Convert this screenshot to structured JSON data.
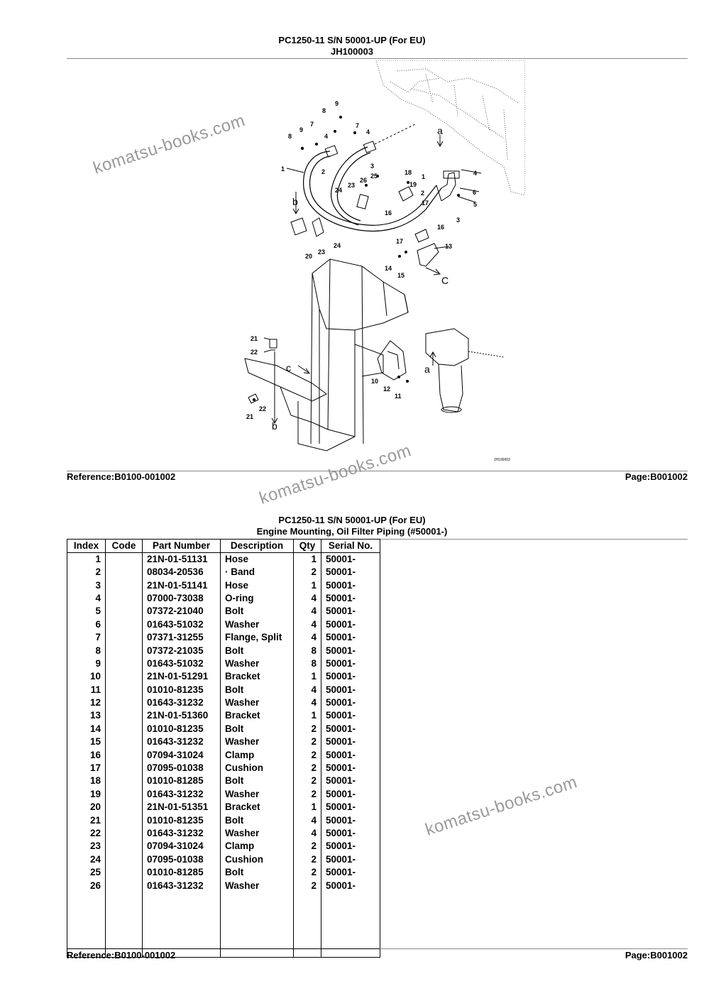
{
  "page1": {
    "title": "PC1250-11 S/N 50001-UP (For EU)",
    "subtitle": "JH100003",
    "drawing_code": "JH100003",
    "reference": "Reference:B0100-001002",
    "page": "Page:B001002"
  },
  "callouts": {
    "c1a": "1",
    "c1b": "1",
    "c2a": "2",
    "c2b": "2",
    "c3a": "3",
    "c3b": "3",
    "c4a": "4",
    "c4b": "4",
    "c4c": "4",
    "c5": "5",
    "c6": "6",
    "c7a": "7",
    "c7b": "7",
    "c8a": "8",
    "c8b": "8",
    "c9a": "9",
    "c9b": "9",
    "c10": "10",
    "c11": "11",
    "c12": "12",
    "c13": "13",
    "c14": "14",
    "c15": "15",
    "c16a": "16",
    "c16b": "16",
    "c17a": "17",
    "c17b": "17",
    "c18": "18",
    "c19": "19",
    "c20": "20",
    "c21a": "21",
    "c21b": "21",
    "c22a": "22",
    "c22b": "22",
    "c23a": "23",
    "c23b": "23",
    "c24a": "24",
    "c24b": "24",
    "c25": "25",
    "c26": "26",
    "ref_a1": "a",
    "ref_a2": "a",
    "ref_b1": "b",
    "ref_b2": "b",
    "ref_c1": "C",
    "ref_c2": "c"
  },
  "watermarks": [
    "komatsu-books.com",
    "komatsu-books.com",
    "komatsu-books.com"
  ],
  "page2": {
    "title": "PC1250-11 S/N 50001-UP (For EU)",
    "subtitle": "Engine Mounting, Oil Filter Piping (#50001-)",
    "reference": "Reference:B0100-001002",
    "page": "Page:B001002"
  },
  "table": {
    "headers": [
      "Index",
      "Code",
      "Part Number",
      "Description",
      "Qty",
      "Serial No."
    ],
    "rows": [
      [
        "1",
        "",
        "21N-01-51131",
        "Hose",
        "1",
        "50001-"
      ],
      [
        "2",
        "",
        "08034-20536",
        "·  Band",
        "2",
        "50001-"
      ],
      [
        "3",
        "",
        "21N-01-51141",
        "Hose",
        "1",
        "50001-"
      ],
      [
        "4",
        "",
        "07000-73038",
        "O-ring",
        "4",
        "50001-"
      ],
      [
        "5",
        "",
        "07372-21040",
        "Bolt",
        "4",
        "50001-"
      ],
      [
        "6",
        "",
        "01643-51032",
        "Washer",
        "4",
        "50001-"
      ],
      [
        "7",
        "",
        "07371-31255",
        "Flange, Split",
        "4",
        "50001-"
      ],
      [
        "8",
        "",
        "07372-21035",
        "Bolt",
        "8",
        "50001-"
      ],
      [
        "9",
        "",
        "01643-51032",
        "Washer",
        "8",
        "50001-"
      ],
      [
        "10",
        "",
        "21N-01-51291",
        "Bracket",
        "1",
        "50001-"
      ],
      [
        "11",
        "",
        "01010-81235",
        "Bolt",
        "4",
        "50001-"
      ],
      [
        "12",
        "",
        "01643-31232",
        "Washer",
        "4",
        "50001-"
      ],
      [
        "13",
        "",
        "21N-01-51360",
        "Bracket",
        "1",
        "50001-"
      ],
      [
        "14",
        "",
        "01010-81235",
        "Bolt",
        "2",
        "50001-"
      ],
      [
        "15",
        "",
        "01643-31232",
        "Washer",
        "2",
        "50001-"
      ],
      [
        "16",
        "",
        "07094-31024",
        "Clamp",
        "2",
        "50001-"
      ],
      [
        "17",
        "",
        "07095-01038",
        "Cushion",
        "2",
        "50001-"
      ],
      [
        "18",
        "",
        "01010-81285",
        "Bolt",
        "2",
        "50001-"
      ],
      [
        "19",
        "",
        "01643-31232",
        "Washer",
        "2",
        "50001-"
      ],
      [
        "20",
        "",
        "21N-01-51351",
        "Bracket",
        "1",
        "50001-"
      ],
      [
        "21",
        "",
        "01010-81235",
        "Bolt",
        "4",
        "50001-"
      ],
      [
        "22",
        "",
        "01643-31232",
        "Washer",
        "4",
        "50001-"
      ],
      [
        "23",
        "",
        "07094-31024",
        "Clamp",
        "2",
        "50001-"
      ],
      [
        "24",
        "",
        "07095-01038",
        "Cushion",
        "2",
        "50001-"
      ],
      [
        "25",
        "",
        "01010-81285",
        "Bolt",
        "2",
        "50001-"
      ],
      [
        "26",
        "",
        "01643-31232",
        "Washer",
        "2",
        "50001-"
      ]
    ]
  }
}
